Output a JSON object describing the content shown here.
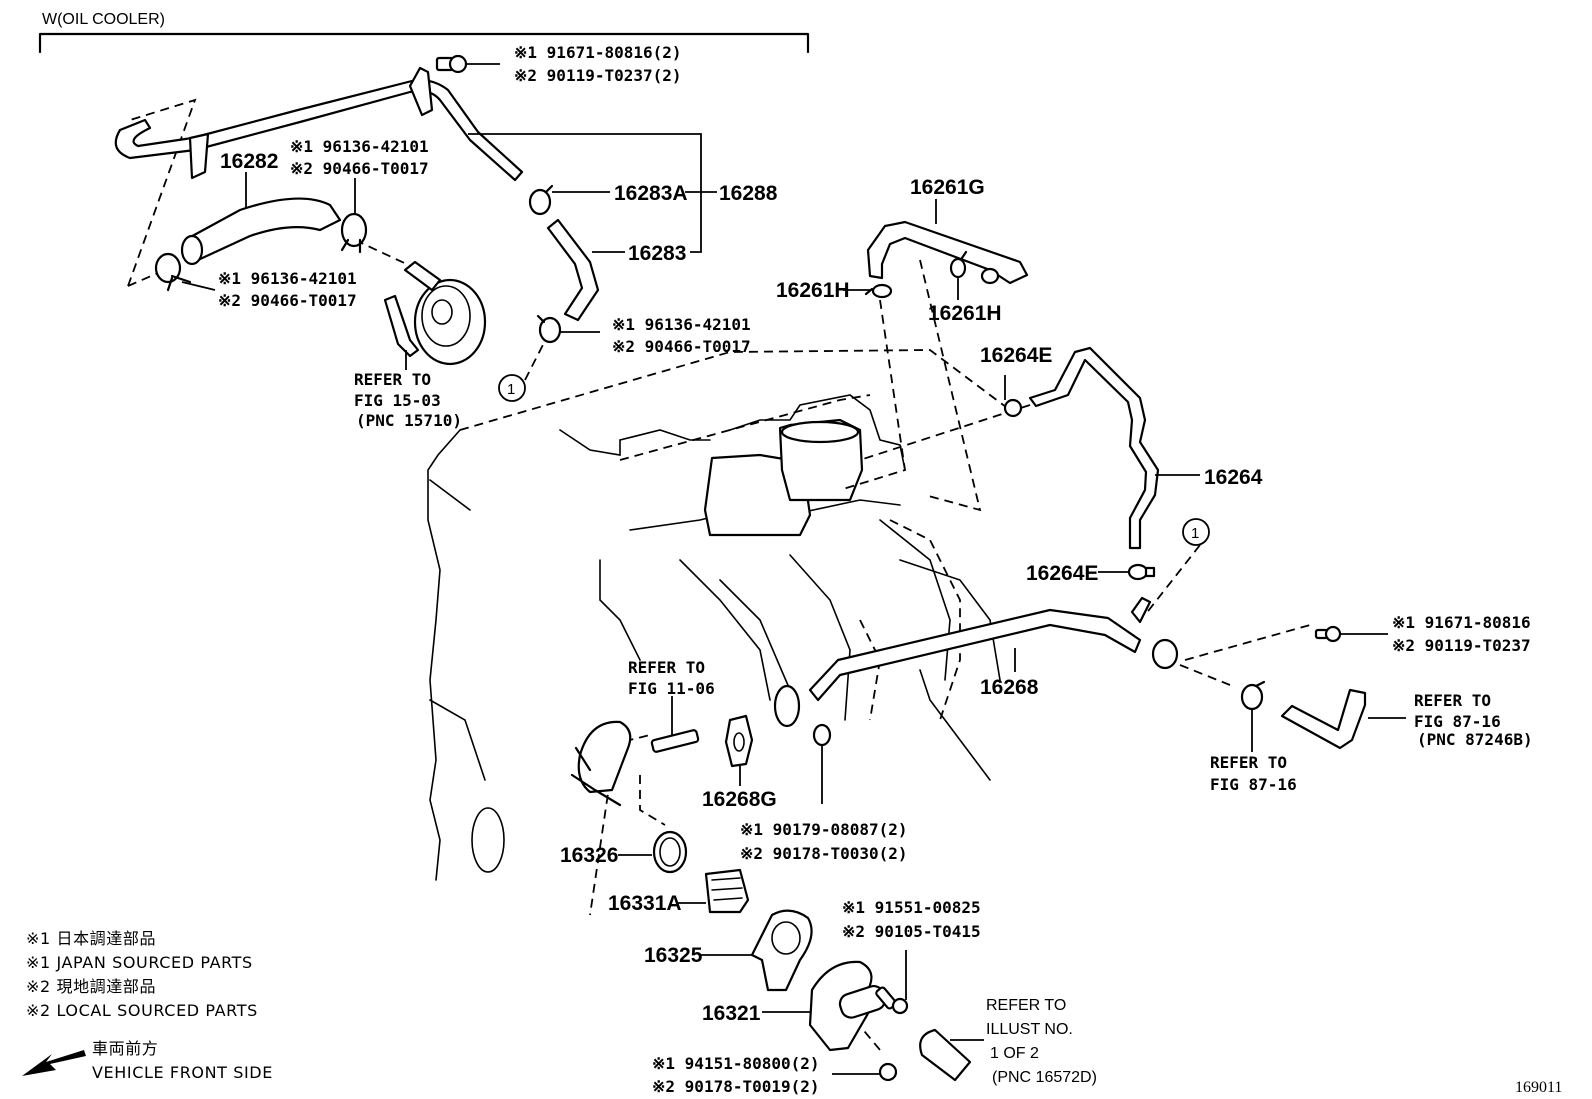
{
  "header": {
    "variant_label": "W(OIL COOLER)"
  },
  "figure_number": "169011",
  "marker_symbol": "①",
  "marker_text": "1",
  "callouts": {
    "bolt_top": {
      "line1": "※1 91671-80816(2)",
      "line2": "※2 90119-T0237(2)"
    },
    "clamp_16282_upper": {
      "line1": "※1 96136-42101",
      "line2": "※2 90466-T0017"
    },
    "clamp_16282_lower": {
      "line1": "※1 96136-42101",
      "line2": "※2 90466-T0017"
    },
    "clamp_16283_lower": {
      "line1": "※1 96136-42101",
      "line2": "※2 90466-T0017"
    },
    "bolt_right": {
      "line1": "※1 91671-80816",
      "line2": "※2 90119-T0237"
    },
    "nut_16268": {
      "line1": "※1 90179-08087(2)",
      "line2": "※2 90178-T0030(2)"
    },
    "bolt_16321": {
      "line1": "※1 91551-00825",
      "line2": "※2 90105-T0415"
    },
    "nut_16321": {
      "line1": "※1 94151-80800(2)",
      "line2": "※2 90178-T0019(2)"
    }
  },
  "part_numbers": {
    "p16282": "16282",
    "p16283A": "16283A",
    "p16288": "16288",
    "p16283": "16283",
    "p16261G": "16261G",
    "p16261H_left": "16261H",
    "p16261H_right": "16261H",
    "p16264E_top": "16264E",
    "p16264": "16264",
    "p16264E_bottom": "16264E",
    "p16268": "16268",
    "p16268G": "16268G",
    "p16326": "16326",
    "p16331A": "16331A",
    "p16325": "16325",
    "p16321": "16321"
  },
  "references": {
    "oil_cooler": {
      "line1": "REFER TO",
      "line2": "FIG 15-03",
      "line3": "(PNC 15710)"
    },
    "stud": {
      "line1": "REFER TO",
      "line2": "FIG 11-06"
    },
    "hose_right": {
      "line1": "REFER TO",
      "line2": "FIG 87-16",
      "line3": "(PNC 87246B)"
    },
    "clamp_right": {
      "line1": "REFER TO",
      "line2": "FIG 87-16"
    },
    "radiator_hose": {
      "line1": "REFER TO",
      "line2": "ILLUST NO.",
      "line3": "1 OF 2",
      "line4": "(PNC 16572D)"
    }
  },
  "legend": {
    "items": [
      "※1 日本調達部品",
      "※1 JAPAN SOURCED PARTS",
      "※2 現地調達部品",
      "※2 LOCAL SOURCED PARTS"
    ],
    "direction_jp": "車両前方",
    "direction_en": "VEHICLE FRONT SIDE"
  }
}
